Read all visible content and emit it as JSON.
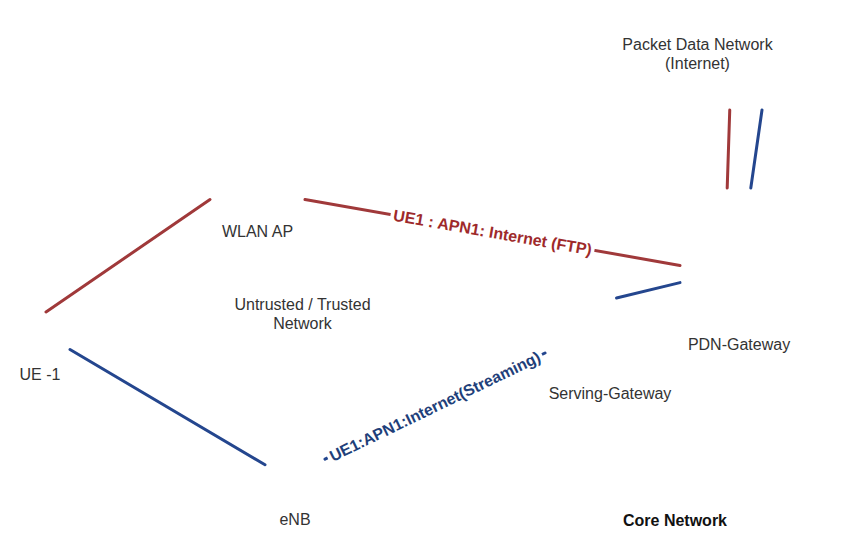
{
  "diagram": {
    "nodes": [
      {
        "text": [
          "Packet Data Network (Internet)"
        ]
      },
      {
        "text": [
          "Untrusted / Trusted Network"
        ]
      },
      {
        "text": [
          "WLAN AP"
        ],
        "in": 1
      },
      {
        "text": [
          "UE -1"
        ]
      },
      {
        "text": [
          "Core Network"
        ]
      },
      {
        "text": [
          "PDN-Gateway"
        ],
        "in": 4
      },
      {
        "text": [
          "Serving-Gateway"
        ],
        "in": 4
      },
      {
        "text": [
          "eNB"
        ]
      }
    ],
    "edges": [
      {
        "from": 3,
        "to": 2,
        "arrow": "none"
      },
      {
        "from": 2,
        "to": 5,
        "label": "UE1 : APN1: Internet (FTP)",
        "arrow": "none"
      },
      {
        "from": 5,
        "to": 0,
        "arrow": "none"
      },
      {
        "from": 3,
        "to": 7,
        "arrow": "none"
      },
      {
        "from": 7,
        "to": 6,
        "label": "UE1:APN1:Internet(Streaming)",
        "arrow": "none"
      },
      {
        "from": 6,
        "to": 5,
        "arrow": "none"
      },
      {
        "from": 5,
        "to": 0,
        "arrow": "none"
      }
    ]
  }
}
